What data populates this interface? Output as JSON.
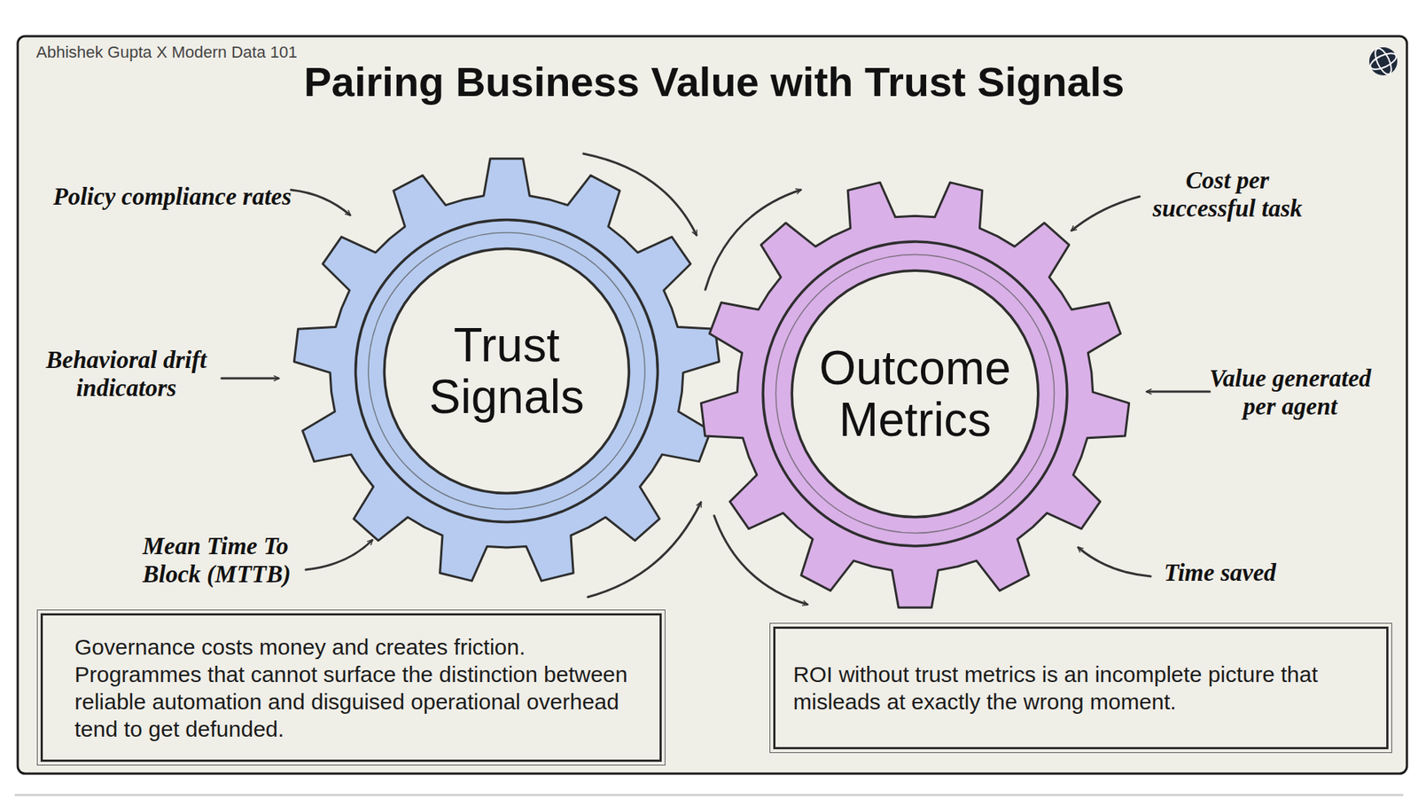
{
  "diagram": {
    "title": "Pairing Business Value with Trust Signals",
    "nodes": [
      {
        "text": [
          "Trust Signals"
        ]
      },
      {
        "text": [
          "Outcome Metrics"
        ]
      },
      {
        "text": [
          "Governance costs money and creates friction. Programmes that cannot surface the distinction between reliable automation and disguised operational overhead tend to get defunded."
        ]
      },
      {
        "text": [
          "ROI without trust metrics is an incomplete picture that misleads at exactly the wrong moment."
        ]
      }
    ],
    "labels": [
      "Abhishek Gupta X Modern Data 101",
      "Policy compliance rates",
      "Behavioral drift indicators",
      "Mean Time To Block (MTTB)",
      "Cost per successful task",
      "Value generated per agent",
      "Time saved"
    ]
  }
}
